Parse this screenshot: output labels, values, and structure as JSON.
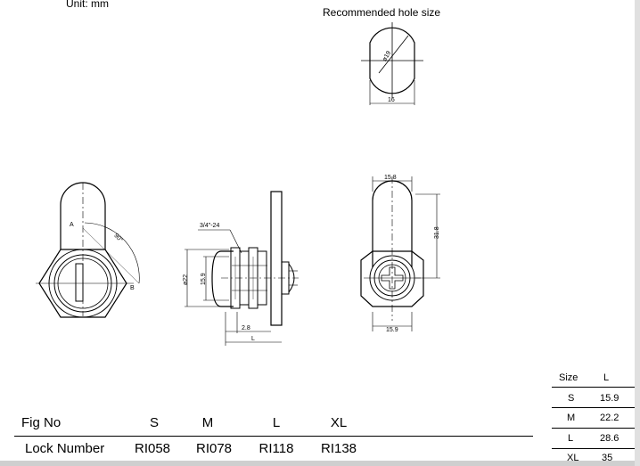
{
  "header": {
    "unit": "Unit: mm",
    "hole_title": "Recommended hole size"
  },
  "dimensions": {
    "hole_dia": "ø19",
    "hole_width": "16",
    "thread": "3/4\"-24",
    "angle": "90°",
    "label_a": "A",
    "label_b": "B",
    "dia_22": "ø22",
    "d_15_9": "15.9",
    "d_2_8": "2.8",
    "d_L": "L",
    "d_15_8": "15.8",
    "d_31_8": "31.8",
    "d_15_9b": "15.9"
  },
  "fig_table": {
    "row1_label": "Fig No",
    "row1": [
      "S",
      "M",
      "L",
      "XL"
    ],
    "row2_label": "Lock Number",
    "row2": [
      "RI058",
      "RI078",
      "RI118",
      "RI138"
    ]
  },
  "size_table": {
    "headers": [
      "Size",
      "L"
    ],
    "rows": [
      [
        "S",
        "15.9"
      ],
      [
        "M",
        "22.2"
      ],
      [
        "L",
        "28.6"
      ],
      [
        "XL",
        "35"
      ]
    ]
  }
}
